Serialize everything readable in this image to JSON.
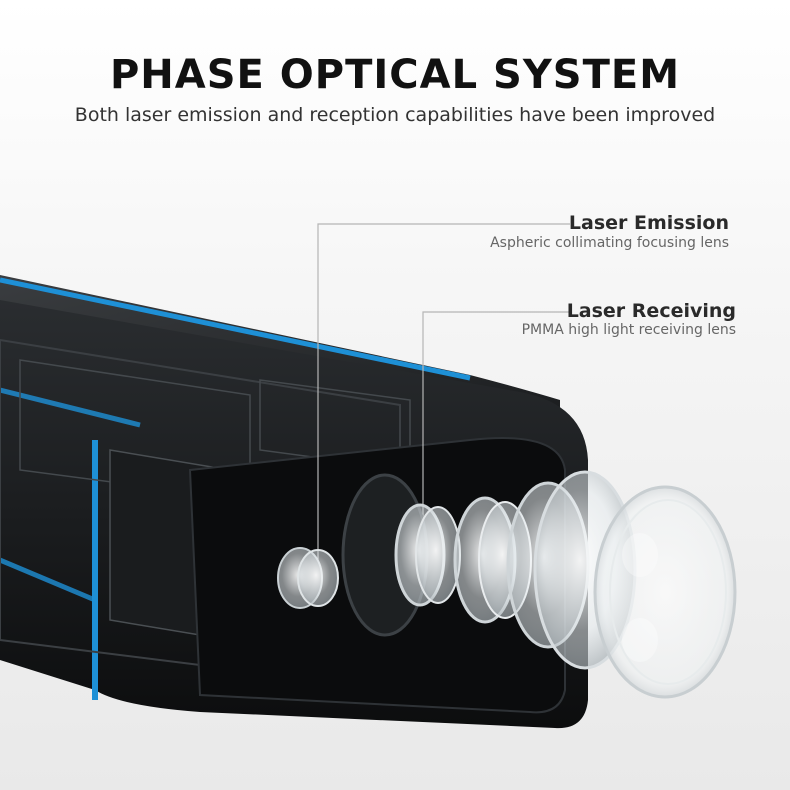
{
  "header": {
    "title": "PHASE OPTICAL SYSTEM",
    "subtitle": "Both laser emission and reception capabilities have been improved"
  },
  "callouts": [
    {
      "title": "Laser Emission",
      "description": "Aspheric collimating focusing lens"
    },
    {
      "title": "Laser Receiving",
      "description": "PMMA high light receiving lens"
    }
  ],
  "colors": {
    "accent": "#1e90d6",
    "device_body": "#151719",
    "background": "#f2f2f2"
  }
}
